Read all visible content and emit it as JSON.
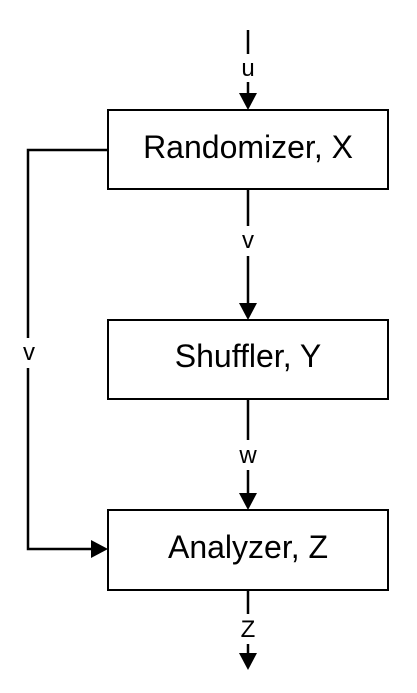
{
  "nodes": {
    "randomizer": {
      "label": "Randomizer, X"
    },
    "shuffler": {
      "label": "Shuffler, Y"
    },
    "analyzer": {
      "label": "Analyzer, Z"
    }
  },
  "edges": {
    "input": {
      "label": "u"
    },
    "randomizer_to_shuffler": {
      "label": "v"
    },
    "randomizer_to_analyzer": {
      "label": "v"
    },
    "shuffler_to_analyzer": {
      "label": "w"
    },
    "output": {
      "label": "Z"
    }
  },
  "colors": {
    "stroke": "#000000",
    "background": "#ffffff"
  }
}
